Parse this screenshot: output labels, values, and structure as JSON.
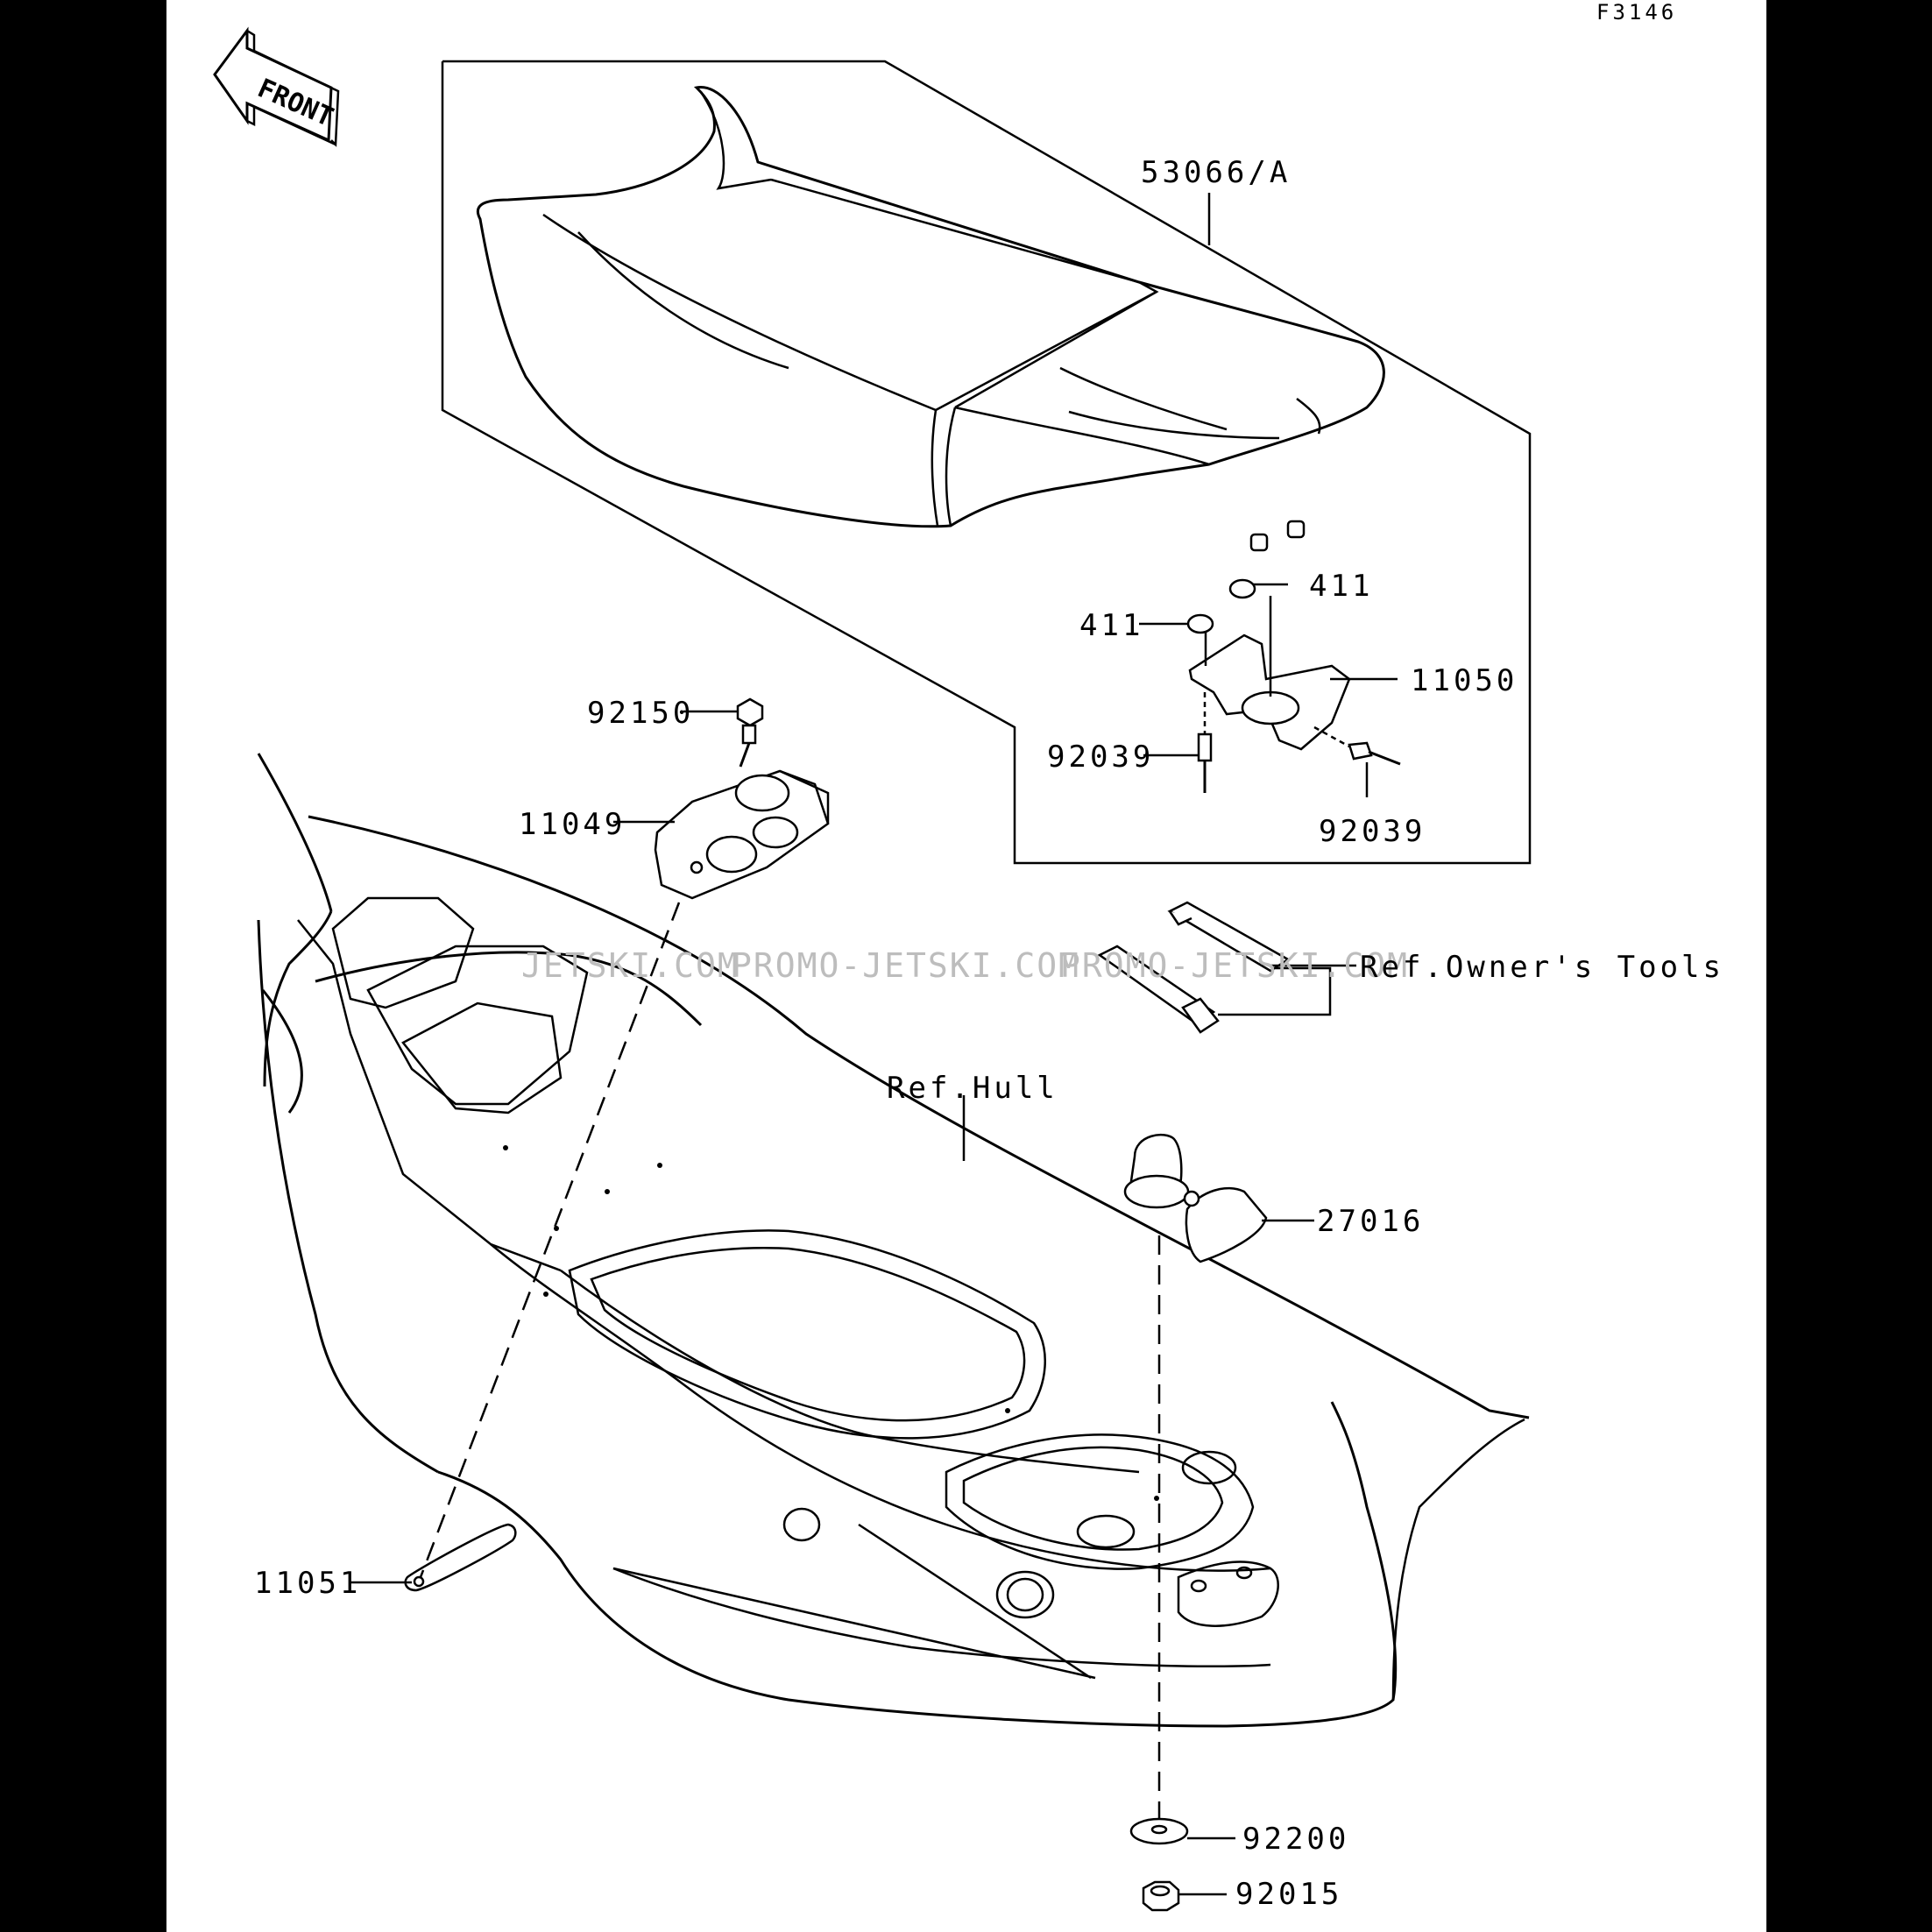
{
  "diagram": {
    "code": "F3146",
    "front_label": "FRONT",
    "watermark": [
      "JETSKI.COM",
      "PROMO-JETSKI.COM",
      "PROMO-JETSKI.COM"
    ],
    "refs": {
      "owners_tools": "Ref.Owner's Tools",
      "hull": "Ref.Hull"
    },
    "parts": [
      {
        "id": "53066a",
        "number": "53066/A"
      },
      {
        "id": "411-right",
        "number": "411"
      },
      {
        "id": "411-left",
        "number": "411"
      },
      {
        "id": "11050",
        "number": "11050"
      },
      {
        "id": "92150",
        "number": "92150"
      },
      {
        "id": "92039-left",
        "number": "92039"
      },
      {
        "id": "92039-right",
        "number": "92039"
      },
      {
        "id": "11049",
        "number": "11049"
      },
      {
        "id": "27016",
        "number": "27016"
      },
      {
        "id": "11051",
        "number": "11051"
      },
      {
        "id": "92200",
        "number": "92200"
      },
      {
        "id": "92015",
        "number": "92015"
      }
    ]
  }
}
